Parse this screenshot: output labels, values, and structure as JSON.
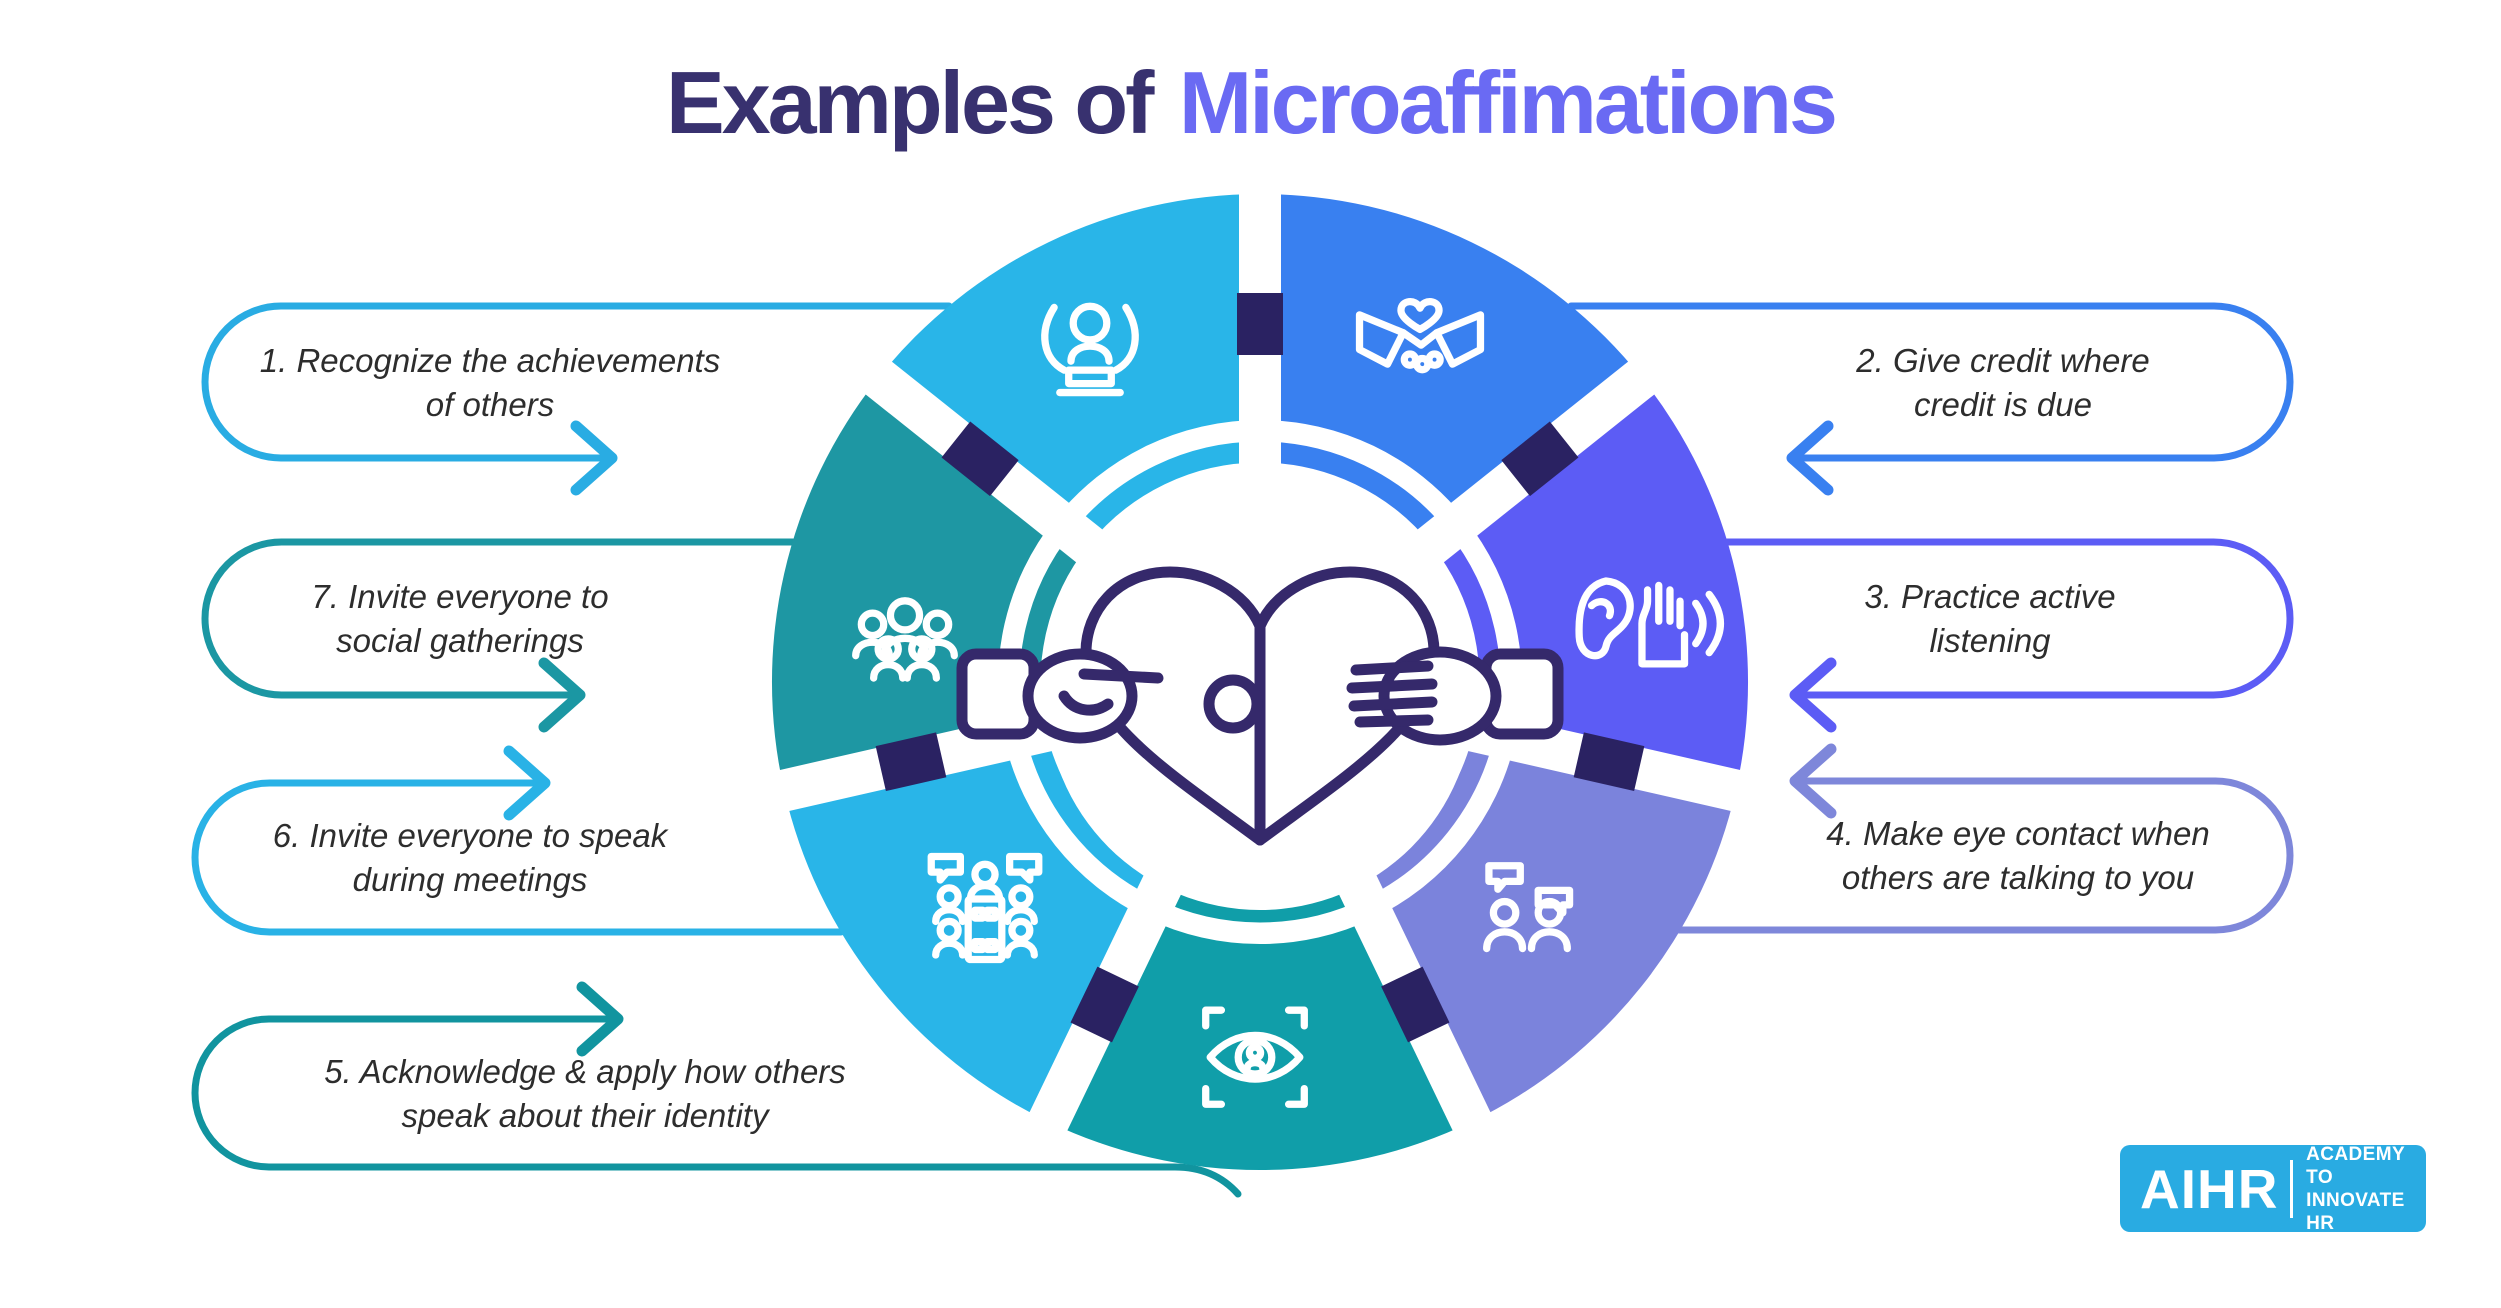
{
  "title": {
    "prefix": "Examples of",
    "highlight": "Microaffimations"
  },
  "colors": {
    "title_prefix": "#38316F",
    "title_highlight": "#6A6AF3",
    "connector_navy": "#2A2262",
    "heart_navy": "#35296B",
    "gap_white": "#FFFFFF",
    "callout_text": "#2D2D2D",
    "background": "#FFFFFF"
  },
  "callouts": [
    {
      "num": "1",
      "line1": "1. Recognize the achievements",
      "line2": "of others",
      "color": "#29ACE3"
    },
    {
      "num": "2",
      "line1": "2. Give credit where",
      "line2": "credit is due",
      "color": "#3980F0"
    },
    {
      "num": "3",
      "line1": "3. Practice active",
      "line2": "listening",
      "color": "#5C5CF5"
    },
    {
      "num": "4",
      "line1": "4. Make eye contact when",
      "line2": "others are talking to you",
      "color": "#7E87DA"
    },
    {
      "num": "5",
      "line1": "5. Acknowledge & apply how others",
      "line2": "speak about their identity",
      "color": "#11949F"
    },
    {
      "num": "6",
      "line1": "6. Invite everyone to speak",
      "line2": "during meetings",
      "color": "#29B2E6"
    },
    {
      "num": "7",
      "line1": "7. Invite everyone to",
      "line2": "social gatherings",
      "color": "#1B97A3"
    }
  ],
  "segments": [
    {
      "name": "give-credit",
      "icon": "handshake-icon",
      "color": "#3980F0"
    },
    {
      "name": "active-listening",
      "icon": "listening-ear-icon",
      "color": "#5C5CF5"
    },
    {
      "name": "conversation-contact",
      "icon": "conversation-icon",
      "color": "#7B83DC"
    },
    {
      "name": "acknowledge-identity",
      "icon": "eye-identity-icon",
      "color": "#109EA9"
    },
    {
      "name": "invite-to-speak",
      "icon": "meeting-icon",
      "color": "#29B5E8"
    },
    {
      "name": "social-gatherings",
      "icon": "group-people-icon",
      "color": "#1E97A3"
    },
    {
      "name": "recognize-achievements",
      "icon": "award-person-icon",
      "color": "#29B5E8"
    }
  ],
  "center_icon": "heart-puzzle-hands-icon",
  "logo": {
    "brand": "AIHR",
    "line1": "ACADEMY TO",
    "line2": "INNOVATE HR",
    "bg": "#29ABE2"
  }
}
